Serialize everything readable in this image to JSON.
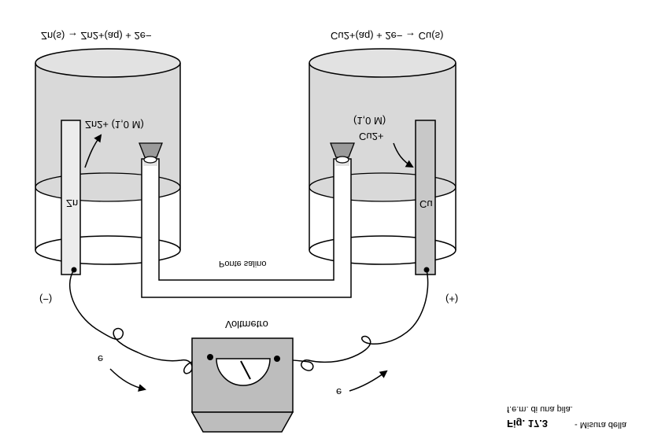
{
  "labels": {
    "anode_reaction": "Zn(s) → Zn2+(aq) + 2e−",
    "cathode_reaction": "Cu2+(aq) + 2e− → Cu(s)",
    "zn_ion": "Zn2+ (1,0 M)",
    "cu_ion_conc": "(1,0 M)",
    "cu_ion": "Cu2+",
    "zn_electrode": "Zn",
    "cu_electrode": "Cu",
    "salt_bridge": "Ponte salino",
    "negative": "(−)",
    "positive": "(+)",
    "voltmeter": "Voltmetro",
    "electron_left": "e",
    "electron_right": "e"
  },
  "caption": {
    "fig": "Fig. 17.3",
    "text_line1": "- Misura della",
    "text_line2": "f.e.m. di una pila."
  },
  "colors": {
    "solution": "#d9d9d9",
    "zn_rod": "#ececec",
    "cu_rod": "#c8c8c8",
    "meter_body": "#bdbdbd",
    "stopper": "#9a9a9a"
  }
}
